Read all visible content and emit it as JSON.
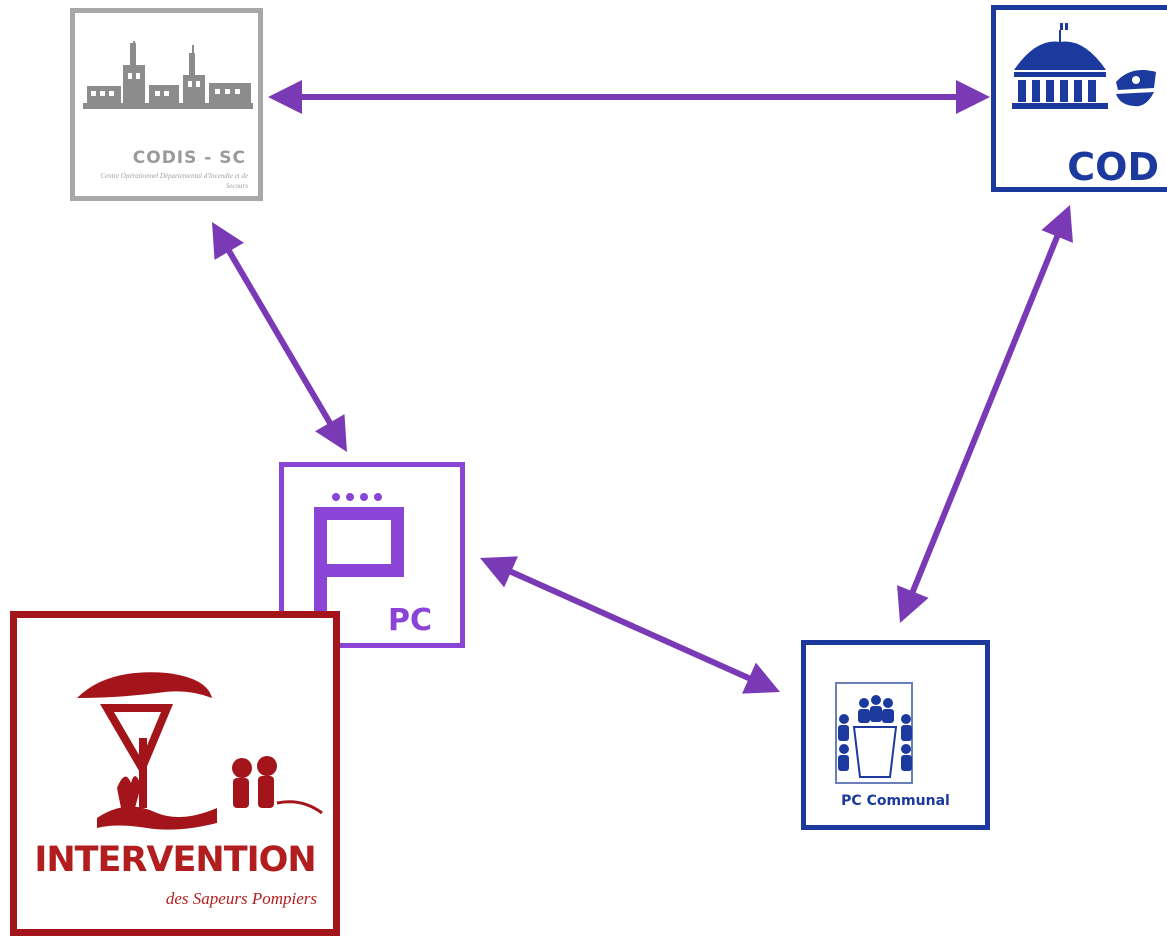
{
  "nodes": {
    "codis": {
      "title": "CODIS - SC",
      "subtitle": "Centre Opérationnel Départemental d'Incendie et de Secours",
      "color": "#a8a8a8"
    },
    "cod": {
      "title": "COD",
      "color": "#1c3a9e"
    },
    "pc": {
      "title": "PC",
      "color": "#8a45d6"
    },
    "pc_communal": {
      "title": "PC Communal",
      "color": "#1c3a9e"
    },
    "intervention": {
      "title": "INTERVENTION",
      "subtitle": "des Sapeurs Pompiers",
      "color": "#a3151b"
    }
  },
  "edges": [
    {
      "from": "codis",
      "to": "cod",
      "type": "bidirectional"
    },
    {
      "from": "codis",
      "to": "pc",
      "type": "bidirectional"
    },
    {
      "from": "cod",
      "to": "pc_communal",
      "type": "bidirectional"
    },
    {
      "from": "pc",
      "to": "pc_communal",
      "type": "bidirectional"
    }
  ],
  "arrow_color": "#7a3ab5"
}
